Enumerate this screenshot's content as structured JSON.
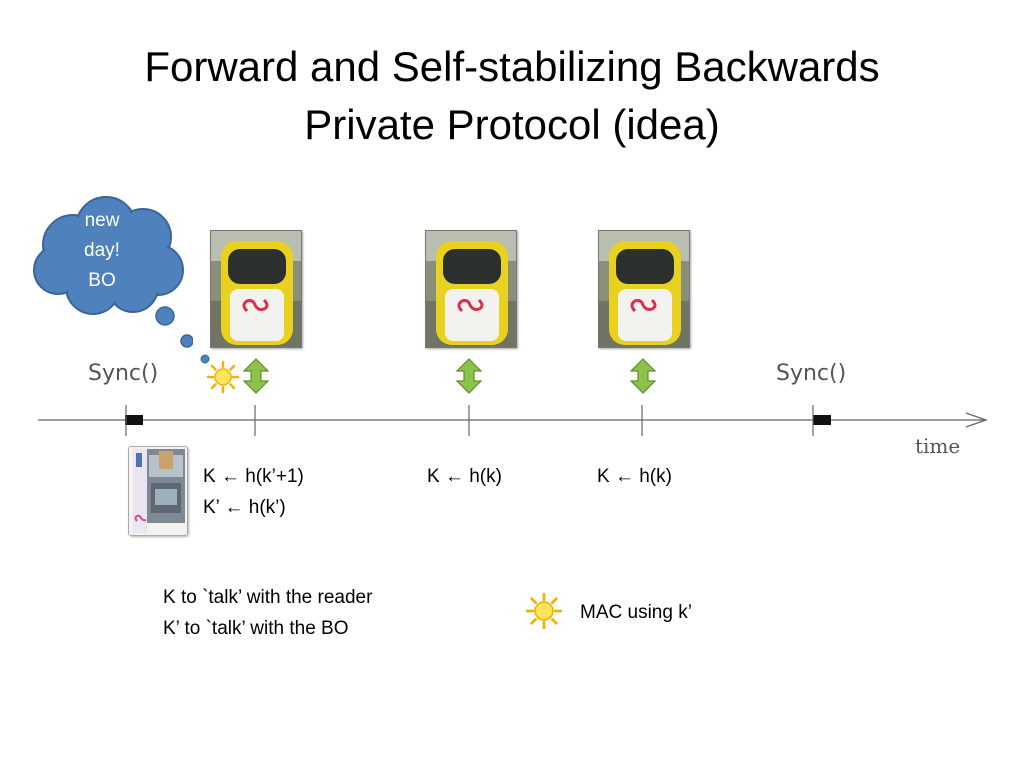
{
  "title": {
    "line1": "Forward and Self-stabilizing Backwards",
    "line2": "Private Protocol (idea)"
  },
  "cloud": {
    "line1": "new",
    "line2": "day!",
    "line3": "BO",
    "color": "#4f81bd"
  },
  "timeline": {
    "sync_left": "Sync()",
    "sync_right": "Sync()",
    "axis_label": "time"
  },
  "updates": {
    "first_line1": "K  ← h(k’+1)",
    "first_line2": "K’ ← h(k’)",
    "second": "K ← h(k)",
    "third": "K ← h(k)"
  },
  "notes": {
    "line1": "K  to `talk’ with the reader",
    "line2": "K’ to `talk’ with the BO"
  },
  "legend": {
    "sun_label": "MAC using k’",
    "sun_icon": "sun-icon",
    "arrow_icon": "double-arrow-icon"
  },
  "colors": {
    "arrow_green": "#8bc34a",
    "reader_yellow": "#e8d21f",
    "sun_yellow": "#ffd23c"
  }
}
